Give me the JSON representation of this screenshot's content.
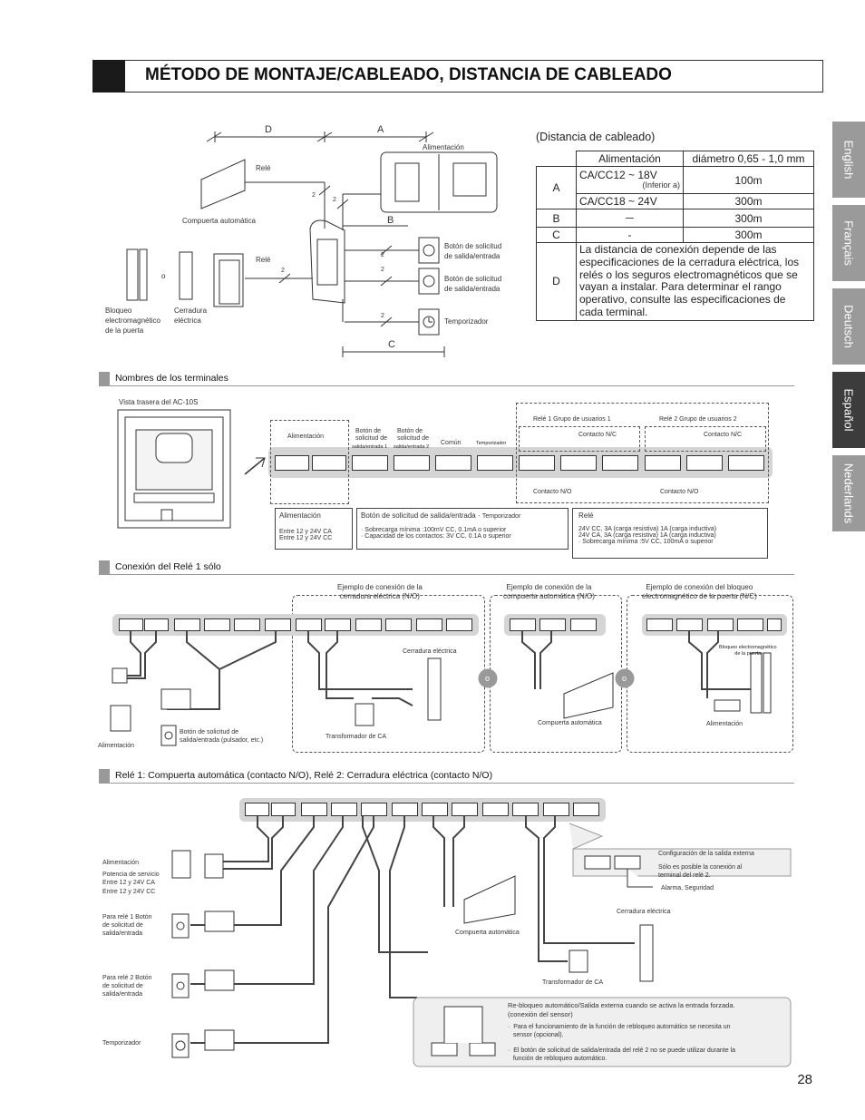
{
  "header": {
    "title": "MÉTODO DE MONTAJE/CABLEADO, DISTANCIA DE CABLEADO"
  },
  "tabs": [
    {
      "label": "English",
      "active": false
    },
    {
      "label": "Français",
      "active": false
    },
    {
      "label": "Deutsch",
      "active": false
    },
    {
      "label": "Español",
      "active": true
    },
    {
      "label": "Nederlands",
      "active": false
    }
  ],
  "diagram_top": {
    "dim_D": "D",
    "dim_A": "A",
    "dim_B": "B",
    "dim_C": "C",
    "wire_2": "2",
    "alimentacion": "Alimentación",
    "rele1": "Relé",
    "rele2": "Relé",
    "compuerta": "Compuerta automática",
    "bloqueo": "Bloqueo\nelectromagnético\nde la puerta",
    "o": "o",
    "cerradura": "Cerradura\neléctrica",
    "boton1": "Botón de solicitud\nde salida/entrada",
    "boton2": "Botón de solicitud\nde salida/entrada",
    "temporizador": "Temporizador"
  },
  "distance_table": {
    "caption": "(Distancia de cableado)",
    "col_alimentacion": "Alimentación",
    "col_diametro": "diámetro 0,65 - 1,0 mm",
    "row_A_label": "A",
    "row_A1_supply": "CA/CC12 ~ 18V",
    "row_A1_note": "(Inferior a)",
    "row_A1_dist": "100m",
    "row_A2_supply": "CA/CC18 ~ 24V",
    "row_A2_dist": "300m",
    "row_B_label": "B",
    "row_B_supply": "－",
    "row_B_dist": "300m",
    "row_C_label": "C",
    "row_C_supply": "-",
    "row_C_dist": "300m",
    "row_D_label": "D",
    "row_D_text": "La distancia de conexión depende de las especificaciones de la cerradura eléctrica, los relés o los seguros electromagnéticos que se vayan a instalar. Para determinar el rango operativo, consulte las especificaciones de cada terminal."
  },
  "section_terminals": {
    "heading": "Nombres de los terminales",
    "rear_view": "Vista trasera del AC-10S",
    "g_alim": "Alimentación",
    "g_boton1": "Botón de solicitud de salida/entrada 1",
    "g_boton1_top": "Botón de\nsolicitud de",
    "g_boton1_sub": "salida/entrada 1",
    "g_boton2_top": "Botón de\nsolicitud de",
    "g_boton2_sub": "salida/entrada 2",
    "g_comun": "Común",
    "g_temp": "Temporizador",
    "g_rele1": "Relé 1 Grupo de usuarios 1",
    "g_rele2": "Relé 2 Grupo de usuarios 2",
    "contacto_nc1": "Contacto N/C",
    "contacto_nc2": "Contacto N/C",
    "contacto_no1": "Contacto N/O",
    "contacto_no2": "Contacto N/O",
    "info_alim_title": "Alimentación",
    "info_alim_1": "Entre 12 y 24V CA",
    "info_alim_2": "Entre 12 y 24V CC",
    "info_boton_title": "Botón de solicitud de salida/entrada · ",
    "info_boton_temp": "Temporizador",
    "info_boton_1": "·  Sobrecarga mínima :100mV CC,  0.1mA o superior",
    "info_boton_2": "·  Capacidad de los contactos: 3V CC, 0.1A o superior",
    "info_rele_title": "Relé",
    "info_rele_1": "24V CC, 3A (carga resistiva) 1A (carga inductiva)",
    "info_rele_2": "24V CA, 3A (carga resistiva) 1A (carga inductiva)",
    "info_rele_3": "·  Sobrecarga mínima :5V CC,  100mA o superior"
  },
  "section_relay1": {
    "heading": "Conexión del Relé 1 sólo",
    "ej1": "Ejemplo de conexión de la\ncerradura eléctrica (N/O)",
    "ej2": "Ejemplo de conexión de la\ncompuerta automática (N/O)",
    "ej3": "Ejemplo de conexión del bloqueo\nelectromagnético de la puerta (N/C)",
    "cerradura": "Cerradura eléctrica",
    "transformador": "Transformador de CA",
    "compuerta": "Compuerta automática",
    "bloqueo": "Bloqueo electromagnético\nde la puerta",
    "alimentacion_r": "Alimentación",
    "alimentacion_l": "Alimentación",
    "boton": "Botón de solicitud de\nsalida/entrada (pulsador, etc.)",
    "o1": "o",
    "o2": "o"
  },
  "section_relay12": {
    "heading": "Relé 1: Compuerta automática (contacto N/O), Relé 2: Cerradura eléctrica (contacto N/O)",
    "alim_title": "Alimentación",
    "alim_1": "Potencia de servicio",
    "alim_2": "Entre 12 y 24V CA",
    "alim_3": "Entre 12 y 24V CC",
    "para_rele1": "Para relé 1 Botón\nde solicitud de\nsalida/entrada",
    "para_rele2": "Para relé 2 Botón\nde solicitud de\nsalida/entrada",
    "temporizador": "Temporizador",
    "compuerta": "Compuerta automática",
    "cerradura": "Cerradura eléctrica",
    "transformador": "Transformador de CA",
    "config_title": "Configuración de la salida externa",
    "config_1": "Sólo es posible la conexión al\nterminal del relé 2.",
    "config_2": "Alarma, Seguridad",
    "rebloqueo_title": "Re-bloqueo automático/Salida externa cuando se activa la entrada forzada.\n(conexión del sensor)",
    "rebloqueo_1": "·  Para el funcionamiento de la función de rebloqueo automático se necesita un\n   sensor (opcional).",
    "rebloqueo_2": "·  El botón de solicitud de salida/entrada del relé 2 no se puede utilizar durante la\n   función de rebloqueo automático."
  },
  "page_number": "28"
}
